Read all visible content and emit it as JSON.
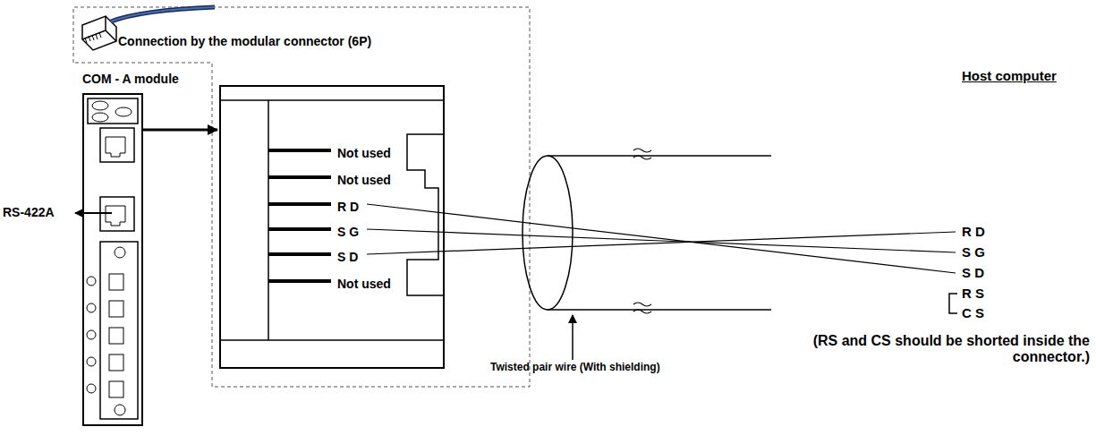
{
  "diagram": {
    "nodes": [
      {
        "text": [
          "Connection by the modular connector (6P)"
        ]
      },
      {
        "text": [
          "Not used",
          "Not used",
          "R D",
          "S G",
          "S D",
          "Not used"
        ],
        "in": 0
      },
      {
        "text": [
          "COM - A module"
        ]
      }
    ],
    "edges": [
      {
        "from": 2,
        "to": 1,
        "arrow": "to"
      }
    ],
    "labels": [
      "RS-422A",
      "Twisted pair wire (With shielding)",
      "Host computer",
      "R D",
      "S G",
      "S D",
      "R S",
      "C S",
      "(RS and CS should be shorted inside the connector.)"
    ]
  }
}
